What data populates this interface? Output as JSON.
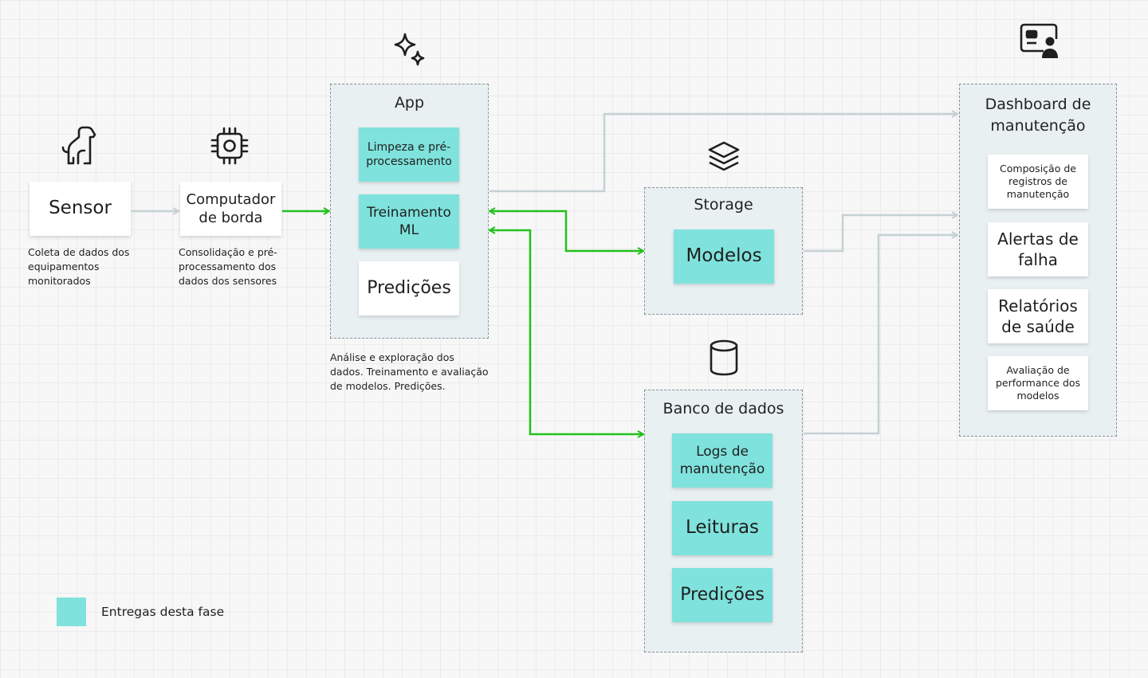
{
  "sensor": {
    "label": "Sensor",
    "note": "Coleta de dados dos equipamentos monitorados",
    "icon": "dog-icon"
  },
  "edge": {
    "label": "Computador de borda",
    "note": "Consolidação e pré-processamento  dos dados dos sensores",
    "icon": "chip-icon"
  },
  "app": {
    "title": "App",
    "icon": "sparkles-icon",
    "items": [
      "Limpeza e pré-processamento",
      "Treinamento ML",
      "Predições"
    ],
    "note": "Análise e exploração dos dados. Treinamento e avaliação de modelos. Predições."
  },
  "storage": {
    "title": "Storage",
    "icon": "layers-icon",
    "items": [
      "Modelos"
    ]
  },
  "database": {
    "title": "Banco de dados",
    "icon": "database-icon",
    "items": [
      "Logs de manutenção",
      "Leituras",
      "Predições"
    ]
  },
  "dashboard": {
    "title": "Dashboard de manutenção",
    "icon": "dashboard-user-icon",
    "items": [
      "Composição de registros de manutenção",
      "Alertas de falha",
      "Relatórios de saúde",
      "Avaliação de performance dos modelos"
    ]
  },
  "legend": {
    "label": "Entregas desta fase",
    "color": "#7fe2dc"
  },
  "colors": {
    "deliverable": "#7fe2dc",
    "active_flow": "#22c11b",
    "passive_flow": "#c5d1d3",
    "container_bg": "#e9f0f2"
  }
}
